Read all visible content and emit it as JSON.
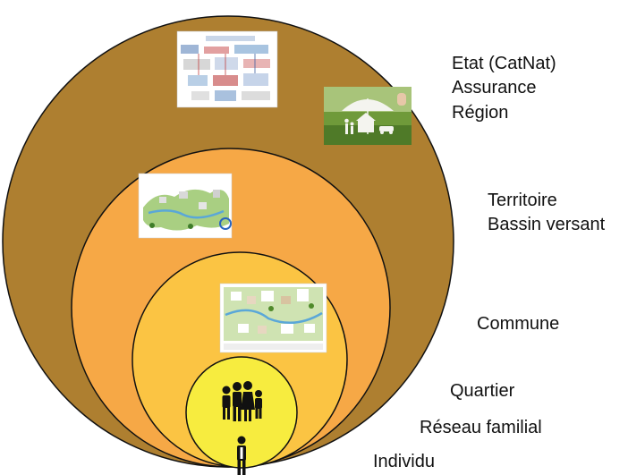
{
  "levels": [
    {
      "id": "state",
      "lines": [
        "Etat (CatNat)",
        "Assurance",
        "Région"
      ],
      "fill": "#ae7f30"
    },
    {
      "id": "territory",
      "lines": [
        "Territoire",
        "Bassin versant"
      ],
      "fill": "#f6a846"
    },
    {
      "id": "commune",
      "lines": [
        "Commune"
      ],
      "fill": "#fbc443"
    },
    {
      "id": "neighbourhood",
      "lines": [
        "Quartier"
      ],
      "fill": "#fbd04a"
    },
    {
      "id": "family",
      "lines": [
        "Réseau familial"
      ],
      "fill": "#f7ec3f"
    },
    {
      "id": "individual",
      "lines": [
        "Individu"
      ],
      "fill": "#ffffff"
    }
  ],
  "colors": {
    "stroke": "#111111",
    "background": "#ffffff",
    "figure": "#111111"
  }
}
